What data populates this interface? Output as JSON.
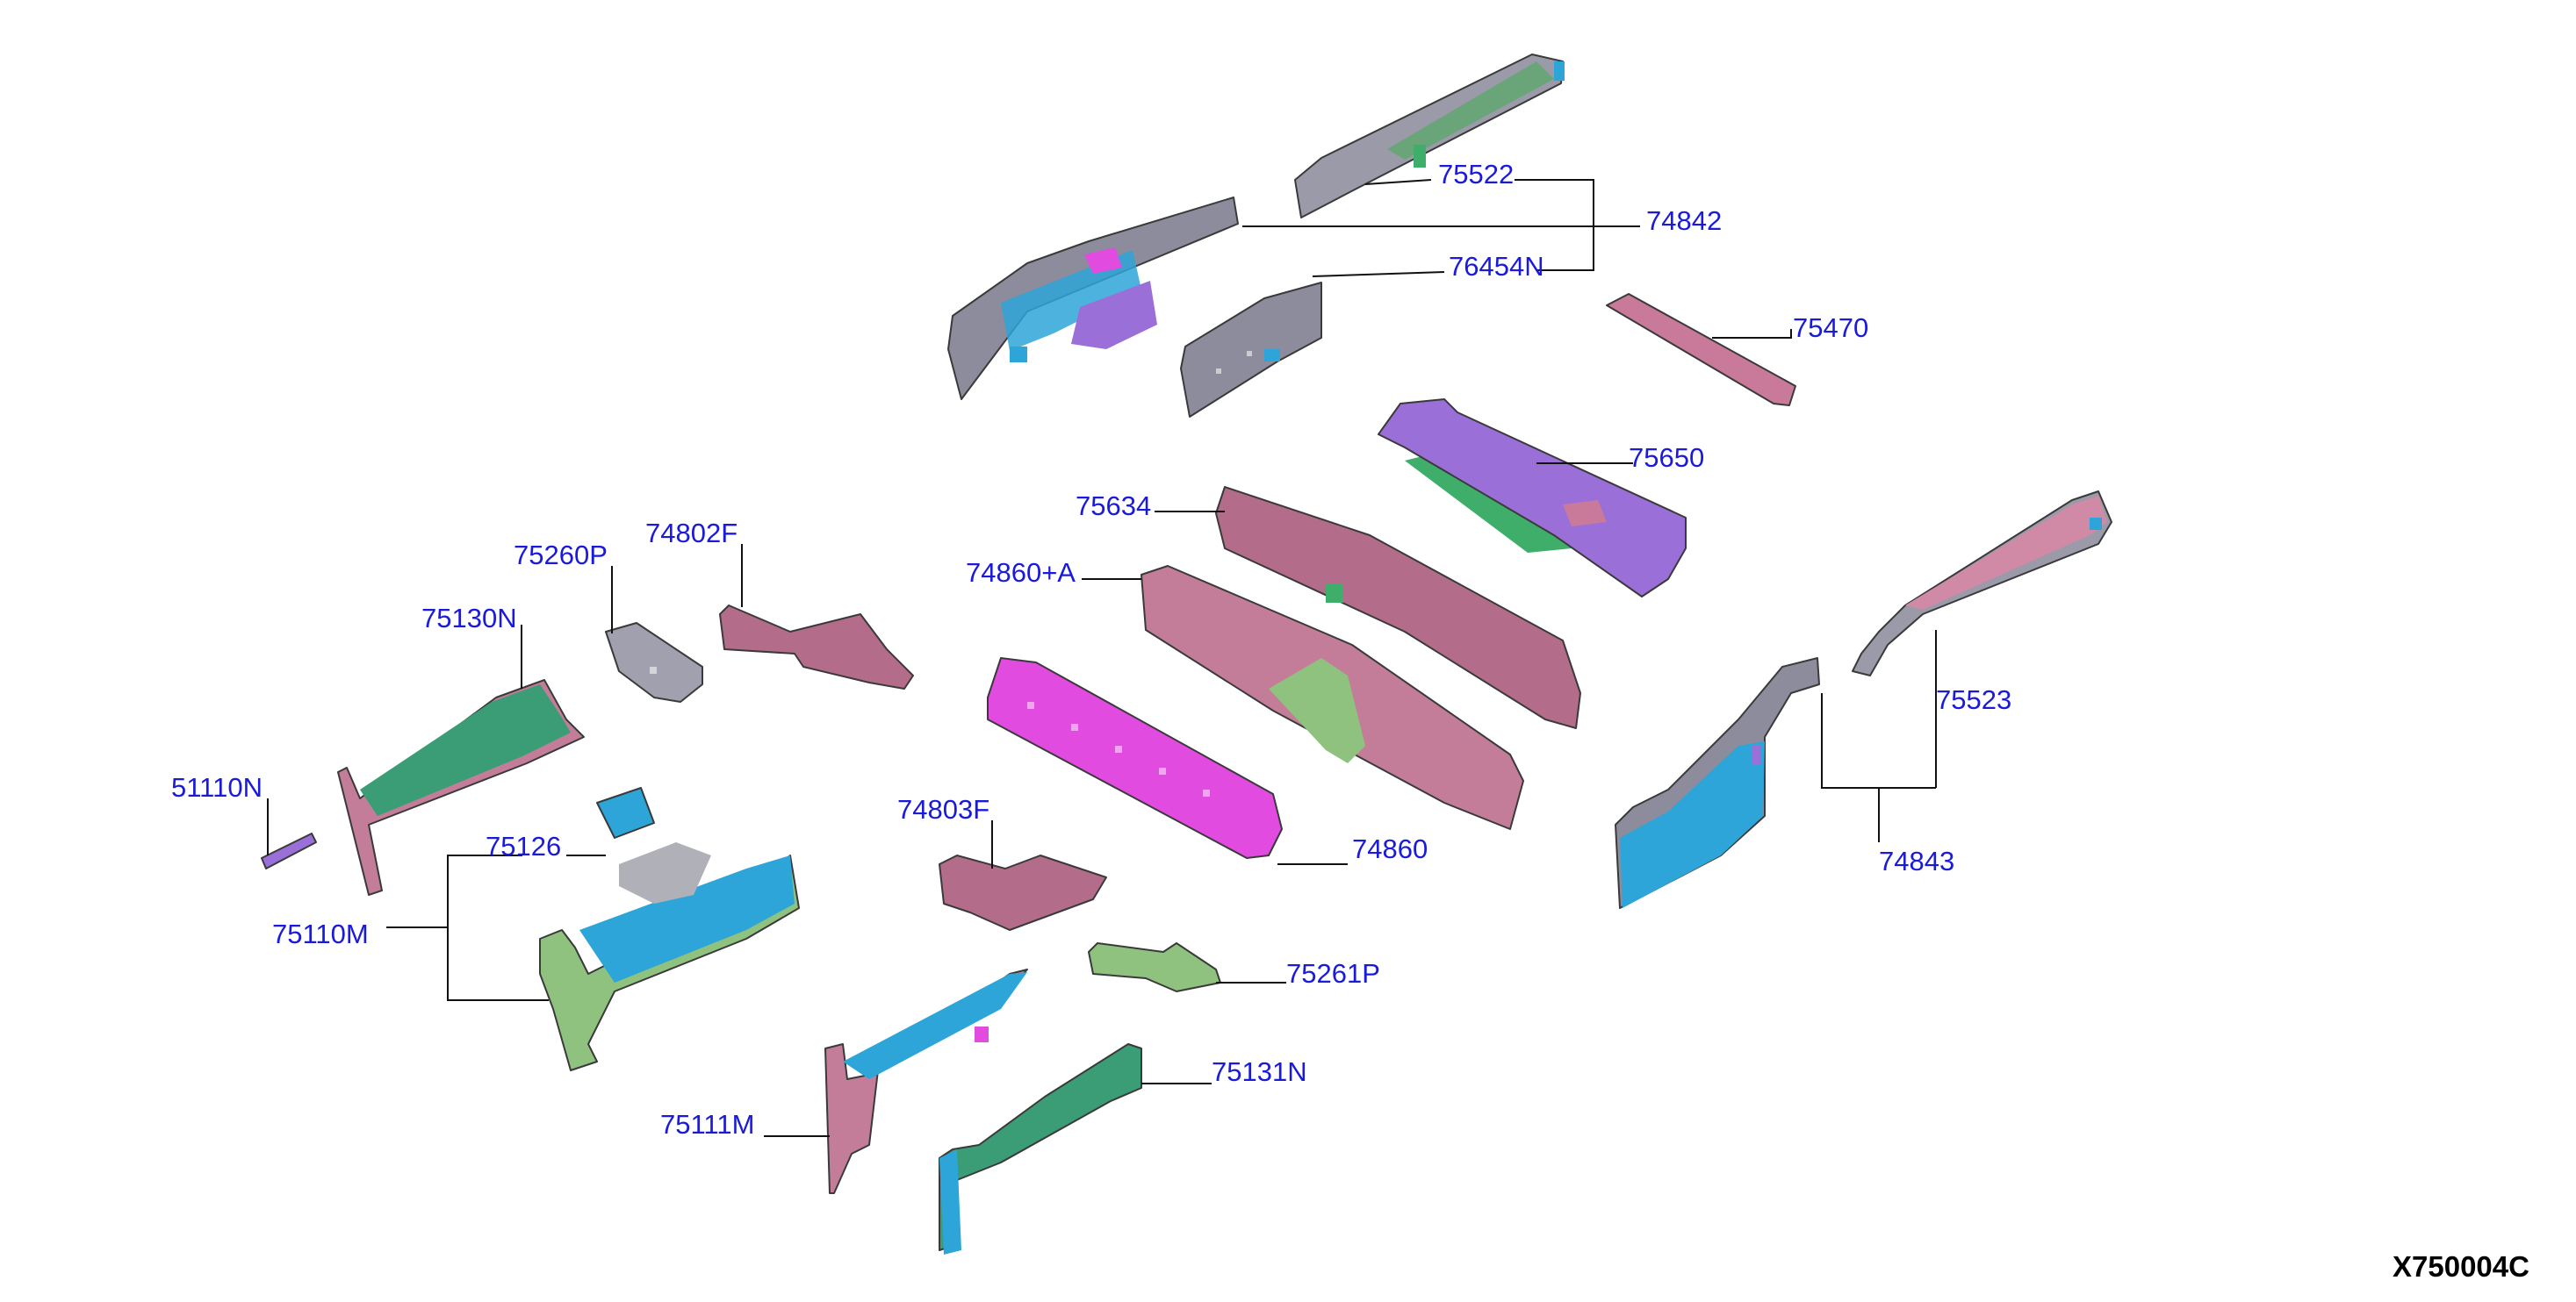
{
  "colors": {
    "label": "#1a1adc",
    "pink": "#c97a9a",
    "magenta": "#e24be0",
    "gray": "#9a9aa8",
    "blue": "#2ea5d8",
    "green": "#3fae6a",
    "lightgreen": "#8fc27f",
    "purple": "#9a6fd8",
    "mauve": "#b36d8a"
  },
  "callouts": {
    "p75522": "75522",
    "p74842": "74842",
    "p76454N": "76454N",
    "p75470": "75470",
    "p75650": "75650",
    "p75634": "75634",
    "p74860A": "74860+A",
    "p75260P": "75260P",
    "p74802F": "74802F",
    "p75130N": "75130N",
    "p51110N": "51110N",
    "p75126": "75126",
    "p75110M": "75110M",
    "p74803F": "74803F",
    "p74860": "74860",
    "p75261P": "75261P",
    "p75131N": "75131N",
    "p75111M": "75111M",
    "p75523": "75523",
    "p74843": "74843"
  },
  "reference_code": "X750004C"
}
